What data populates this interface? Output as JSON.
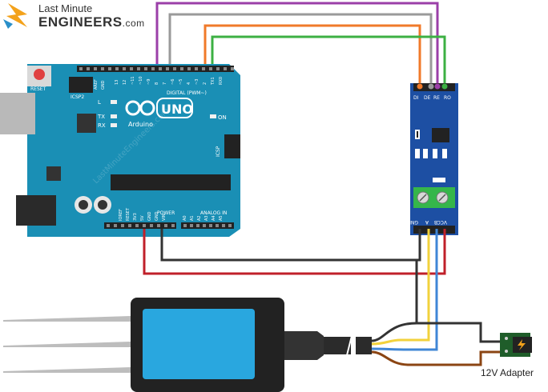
{
  "brand": {
    "line1": "Last Minute",
    "line2": "ENGINEERS",
    "domain": ".com"
  },
  "arduino": {
    "model": "UNO",
    "name": "Arduino",
    "reset": "RESET",
    "icsp2": "ICSP2",
    "icsp": "ICSP",
    "on": "ON",
    "led_l": "L",
    "led_tx": "TX",
    "led_rx": "RX",
    "digital": "DIGITAL (PWM~)",
    "aref": "AREF",
    "gnd_top": "GND",
    "pins_top": [
      "13",
      "12",
      "~11",
      "~10",
      "~9",
      "8",
      "7",
      "~6",
      "~5",
      "4",
      "~3",
      "2",
      "TX1",
      "RX0"
    ],
    "power": "POWER",
    "analog": "ANALOG IN",
    "pins_power": [
      "IOREF",
      "RESET",
      "3V3",
      "5V",
      "GND",
      "GND",
      "VIN"
    ],
    "pins_analog": [
      "A0",
      "A1",
      "A2",
      "A3",
      "A4",
      "A5"
    ]
  },
  "rs485": {
    "top_pins": [
      "DI",
      "DE",
      "RE",
      "RO"
    ],
    "bottom_pins": [
      "GND",
      "A",
      "B",
      "VCC"
    ]
  },
  "adapter_label": "12V Adapter",
  "watermark": "LastMinuteEngineers.com",
  "colors": {
    "arduino_board": "#1a8fb5",
    "rs485_board": "#1d4fa3",
    "wire_purple": "#9b3fa8",
    "wire_gray": "#9a9a9a",
    "wire_orange": "#f07a2a",
    "wire_green": "#3cb043",
    "wire_red": "#c0202a",
    "wire_black": "#333333",
    "wire_yellow": "#f2d23c",
    "wire_blue": "#3f86d6",
    "wire_brown": "#8b4513",
    "sensor_blue": "#29a7df"
  }
}
